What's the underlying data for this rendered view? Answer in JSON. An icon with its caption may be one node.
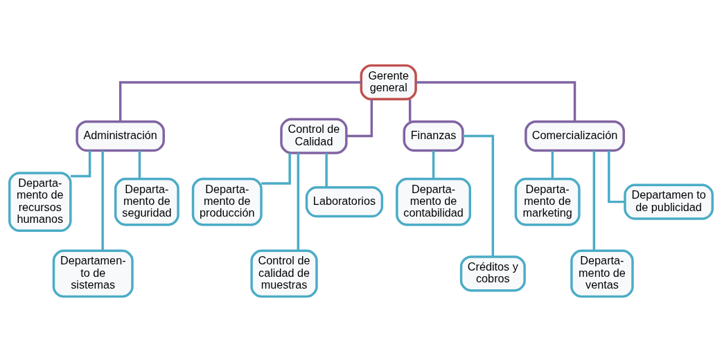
{
  "diagram": {
    "nodes": [
      {
        "text": [
          "Gerente general"
        ]
      },
      {
        "text": [
          "Administración"
        ]
      },
      {
        "text": [
          "Departa- mento de recursos humanos"
        ]
      },
      {
        "text": [
          "Departamen- to de sistemas"
        ]
      },
      {
        "text": [
          "Departa- mento de seguridad"
        ]
      },
      {
        "text": [
          "Control de Calidad"
        ]
      },
      {
        "text": [
          "Departa- mento de producción"
        ]
      },
      {
        "text": [
          "Control de calidad de muestras"
        ]
      },
      {
        "text": [
          "Laboratorios"
        ]
      },
      {
        "text": [
          "Finanzas"
        ]
      },
      {
        "text": [
          "Departa- mento de contabilidad"
        ]
      },
      {
        "text": [
          "Créditos y cobros"
        ]
      },
      {
        "text": [
          "Comercialización"
        ]
      },
      {
        "text": [
          "Departa- mento de marketing"
        ]
      },
      {
        "text": [
          "Departa- mento de ventas"
        ]
      },
      {
        "text": [
          "Departamen to de publicidad"
        ]
      }
    ],
    "edges": [
      {
        "from": 0,
        "to": 1,
        "arrow": "none",
        "color": "#8064a2"
      },
      {
        "from": 1,
        "to": 2,
        "arrow": "none"
      },
      {
        "from": 1,
        "to": 3,
        "arrow": "none"
      },
      {
        "from": 1,
        "to": 4,
        "arrow": "none"
      },
      {
        "from": 0,
        "to": 5,
        "arrow": "none",
        "color": "#8064a2"
      },
      {
        "from": 5,
        "to": 6,
        "arrow": "none"
      },
      {
        "from": 5,
        "to": 7,
        "arrow": "none"
      },
      {
        "from": 5,
        "to": 8,
        "arrow": "none"
      },
      {
        "from": 0,
        "to": 9,
        "arrow": "none",
        "color": "#8064a2"
      },
      {
        "from": 9,
        "to": 10,
        "arrow": "none"
      },
      {
        "from": 9,
        "to": 11,
        "arrow": "none"
      },
      {
        "from": 0,
        "to": 12,
        "arrow": "none",
        "color": "#8064a2"
      },
      {
        "from": 12,
        "to": 13,
        "arrow": "none"
      },
      {
        "from": 12,
        "to": 14,
        "arrow": "none"
      },
      {
        "from": 12,
        "to": 15,
        "arrow": "none"
      }
    ]
  }
}
